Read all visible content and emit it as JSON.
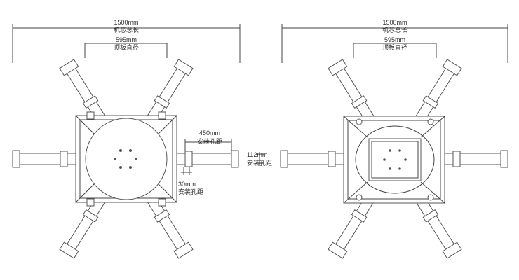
{
  "left_drawing": {
    "overall_length_value": "1500mm",
    "overall_length_label": "机芯总长",
    "top_plate_value": "595mm",
    "top_plate_label": "顶板直径",
    "hole_spacing_a_value": "450mm",
    "hole_spacing_a_label": "安装孔距",
    "hole_spacing_b_value": "30mm",
    "hole_spacing_b_label": "安装孔距"
  },
  "middle": {
    "hole_spacing_c_value": "112mm",
    "hole_spacing_c_label": "安装孔距"
  },
  "right_drawing": {
    "overall_length_value": "1500mm",
    "overall_length_label": "机芯总长",
    "top_plate_value": "595mm",
    "top_plate_label": "顶板直径"
  },
  "colors": {
    "line": "#444444",
    "background": "#ffffff"
  }
}
